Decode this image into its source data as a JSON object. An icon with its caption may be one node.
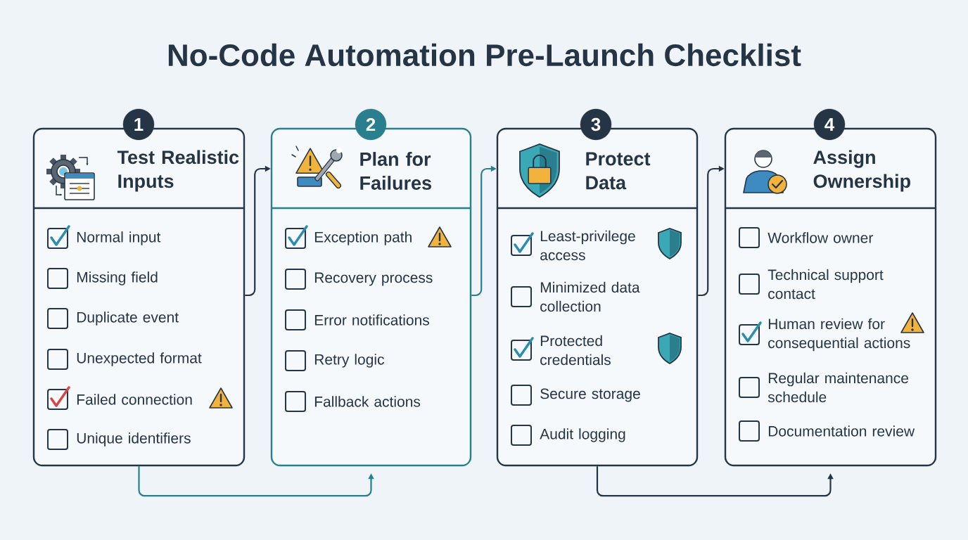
{
  "diagram": {
    "title": "No-Code Automation Pre-Launch Checklist",
    "nodes": [
      {
        "text": [
          "1"
        ]
      },
      {
        "text": [
          "Test Realistic Inputs",
          "Normal input",
          "Missing field",
          "Duplicate event",
          "Unexpected format",
          "Failed connection",
          "Unique identifiers"
        ]
      },
      {
        "text": [
          "2"
        ]
      },
      {
        "text": [
          "Plan for Failures",
          "Exception path",
          "Recovery process",
          "Error notifications",
          "Retry logic",
          "Fallback actions"
        ]
      },
      {
        "text": [
          "3"
        ]
      },
      {
        "text": [
          "Protect Data",
          "Least-privilege access",
          "Minimized data collection",
          "Protected credentials",
          "Secure storage",
          "Audit logging"
        ]
      },
      {
        "text": [
          "4"
        ]
      },
      {
        "text": [
          "Assign Ownership",
          "Workflow owner",
          "Technical support contact",
          "Human review for consequential actions",
          "Regular maintenance schedule",
          "Documentation review"
        ]
      }
    ],
    "edges": [
      {
        "from": 1,
        "to": 3,
        "arrow": "to"
      },
      {
        "from": 1,
        "to": 3,
        "arrow": "to",
        "color": "#2a7f8f"
      },
      {
        "from": 3,
        "to": 5,
        "arrow": "to",
        "color": "#2a7f8f"
      },
      {
        "from": 5,
        "to": 7,
        "arrow": "to"
      },
      {
        "from": 5,
        "to": 7,
        "arrow": "to"
      }
    ]
  }
}
